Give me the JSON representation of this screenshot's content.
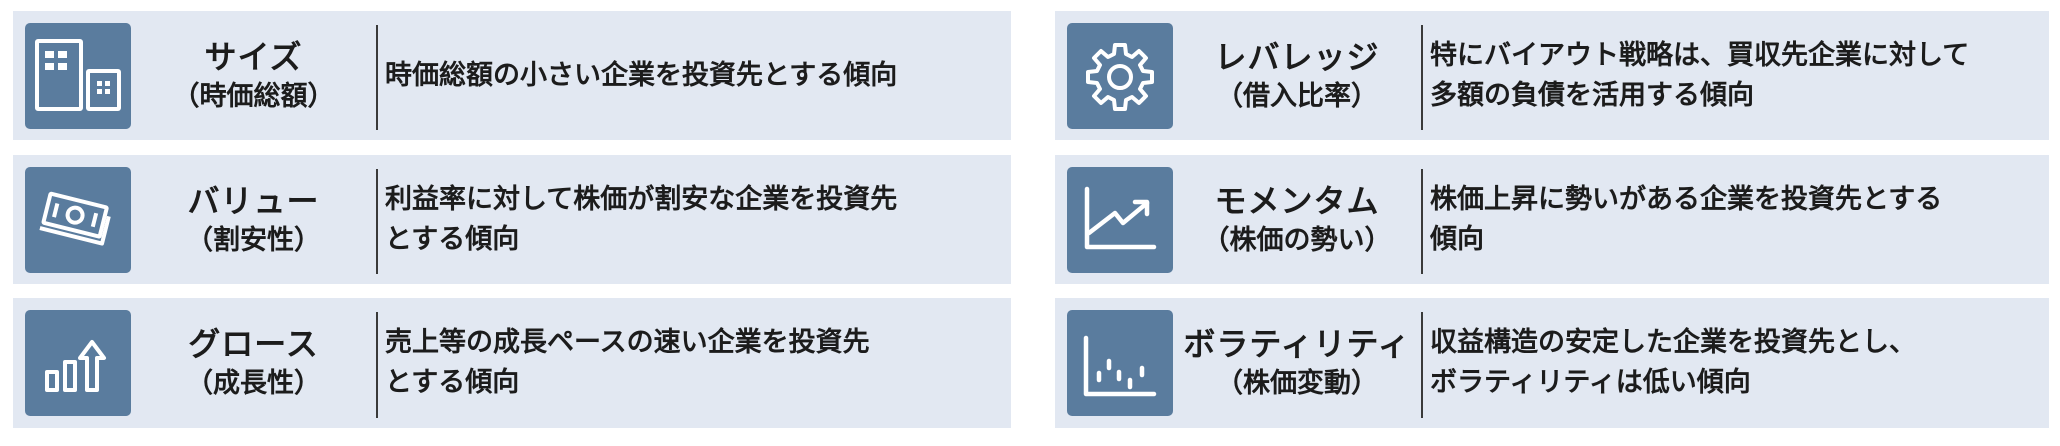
{
  "colors": {
    "panel_bg": "#e2e8f2",
    "icon_bg": "#5a7c9e",
    "icon_fg": "#ffffff",
    "text": "#1c1c1c",
    "divider": "#3a3a3a"
  },
  "factors": [
    {
      "id": "size",
      "icon": "buildings-icon",
      "title": "サイズ",
      "subtitle": "（時価総額）",
      "description_lines": [
        "時価総額の小さい企業を投資先とする傾向"
      ]
    },
    {
      "id": "value",
      "icon": "banknote-icon",
      "title": "バリュー",
      "subtitle": "（割安性）",
      "description_lines": [
        "利益率に対して株価が割安な企業を投資先",
        "とする傾向"
      ]
    },
    {
      "id": "growth",
      "icon": "bar-arrow-up-icon",
      "title": "グロース",
      "subtitle": "（成長性）",
      "description_lines": [
        "売上等の成長ペースの速い企業を投資先",
        "とする傾向"
      ]
    },
    {
      "id": "leverage",
      "icon": "gear-icon",
      "title": "レバレッジ",
      "subtitle": "（借入比率）",
      "description_lines": [
        "特にバイアウト戦略は、買収先企業に対して",
        "多額の負債を活用する傾向"
      ]
    },
    {
      "id": "momentum",
      "icon": "trend-up-chart-icon",
      "title": "モメンタム",
      "subtitle": "（株価の勢い）",
      "description_lines": [
        "株価上昇に勢いがある企業を投資先とする",
        "傾向"
      ]
    },
    {
      "id": "volatility",
      "icon": "scatter-chart-icon",
      "title": "ボラティリティ",
      "subtitle": "（株価変動）",
      "description_lines": [
        "収益構造の安定した企業を投資先とし、",
        "ボラティリティは低い傾向"
      ]
    }
  ]
}
